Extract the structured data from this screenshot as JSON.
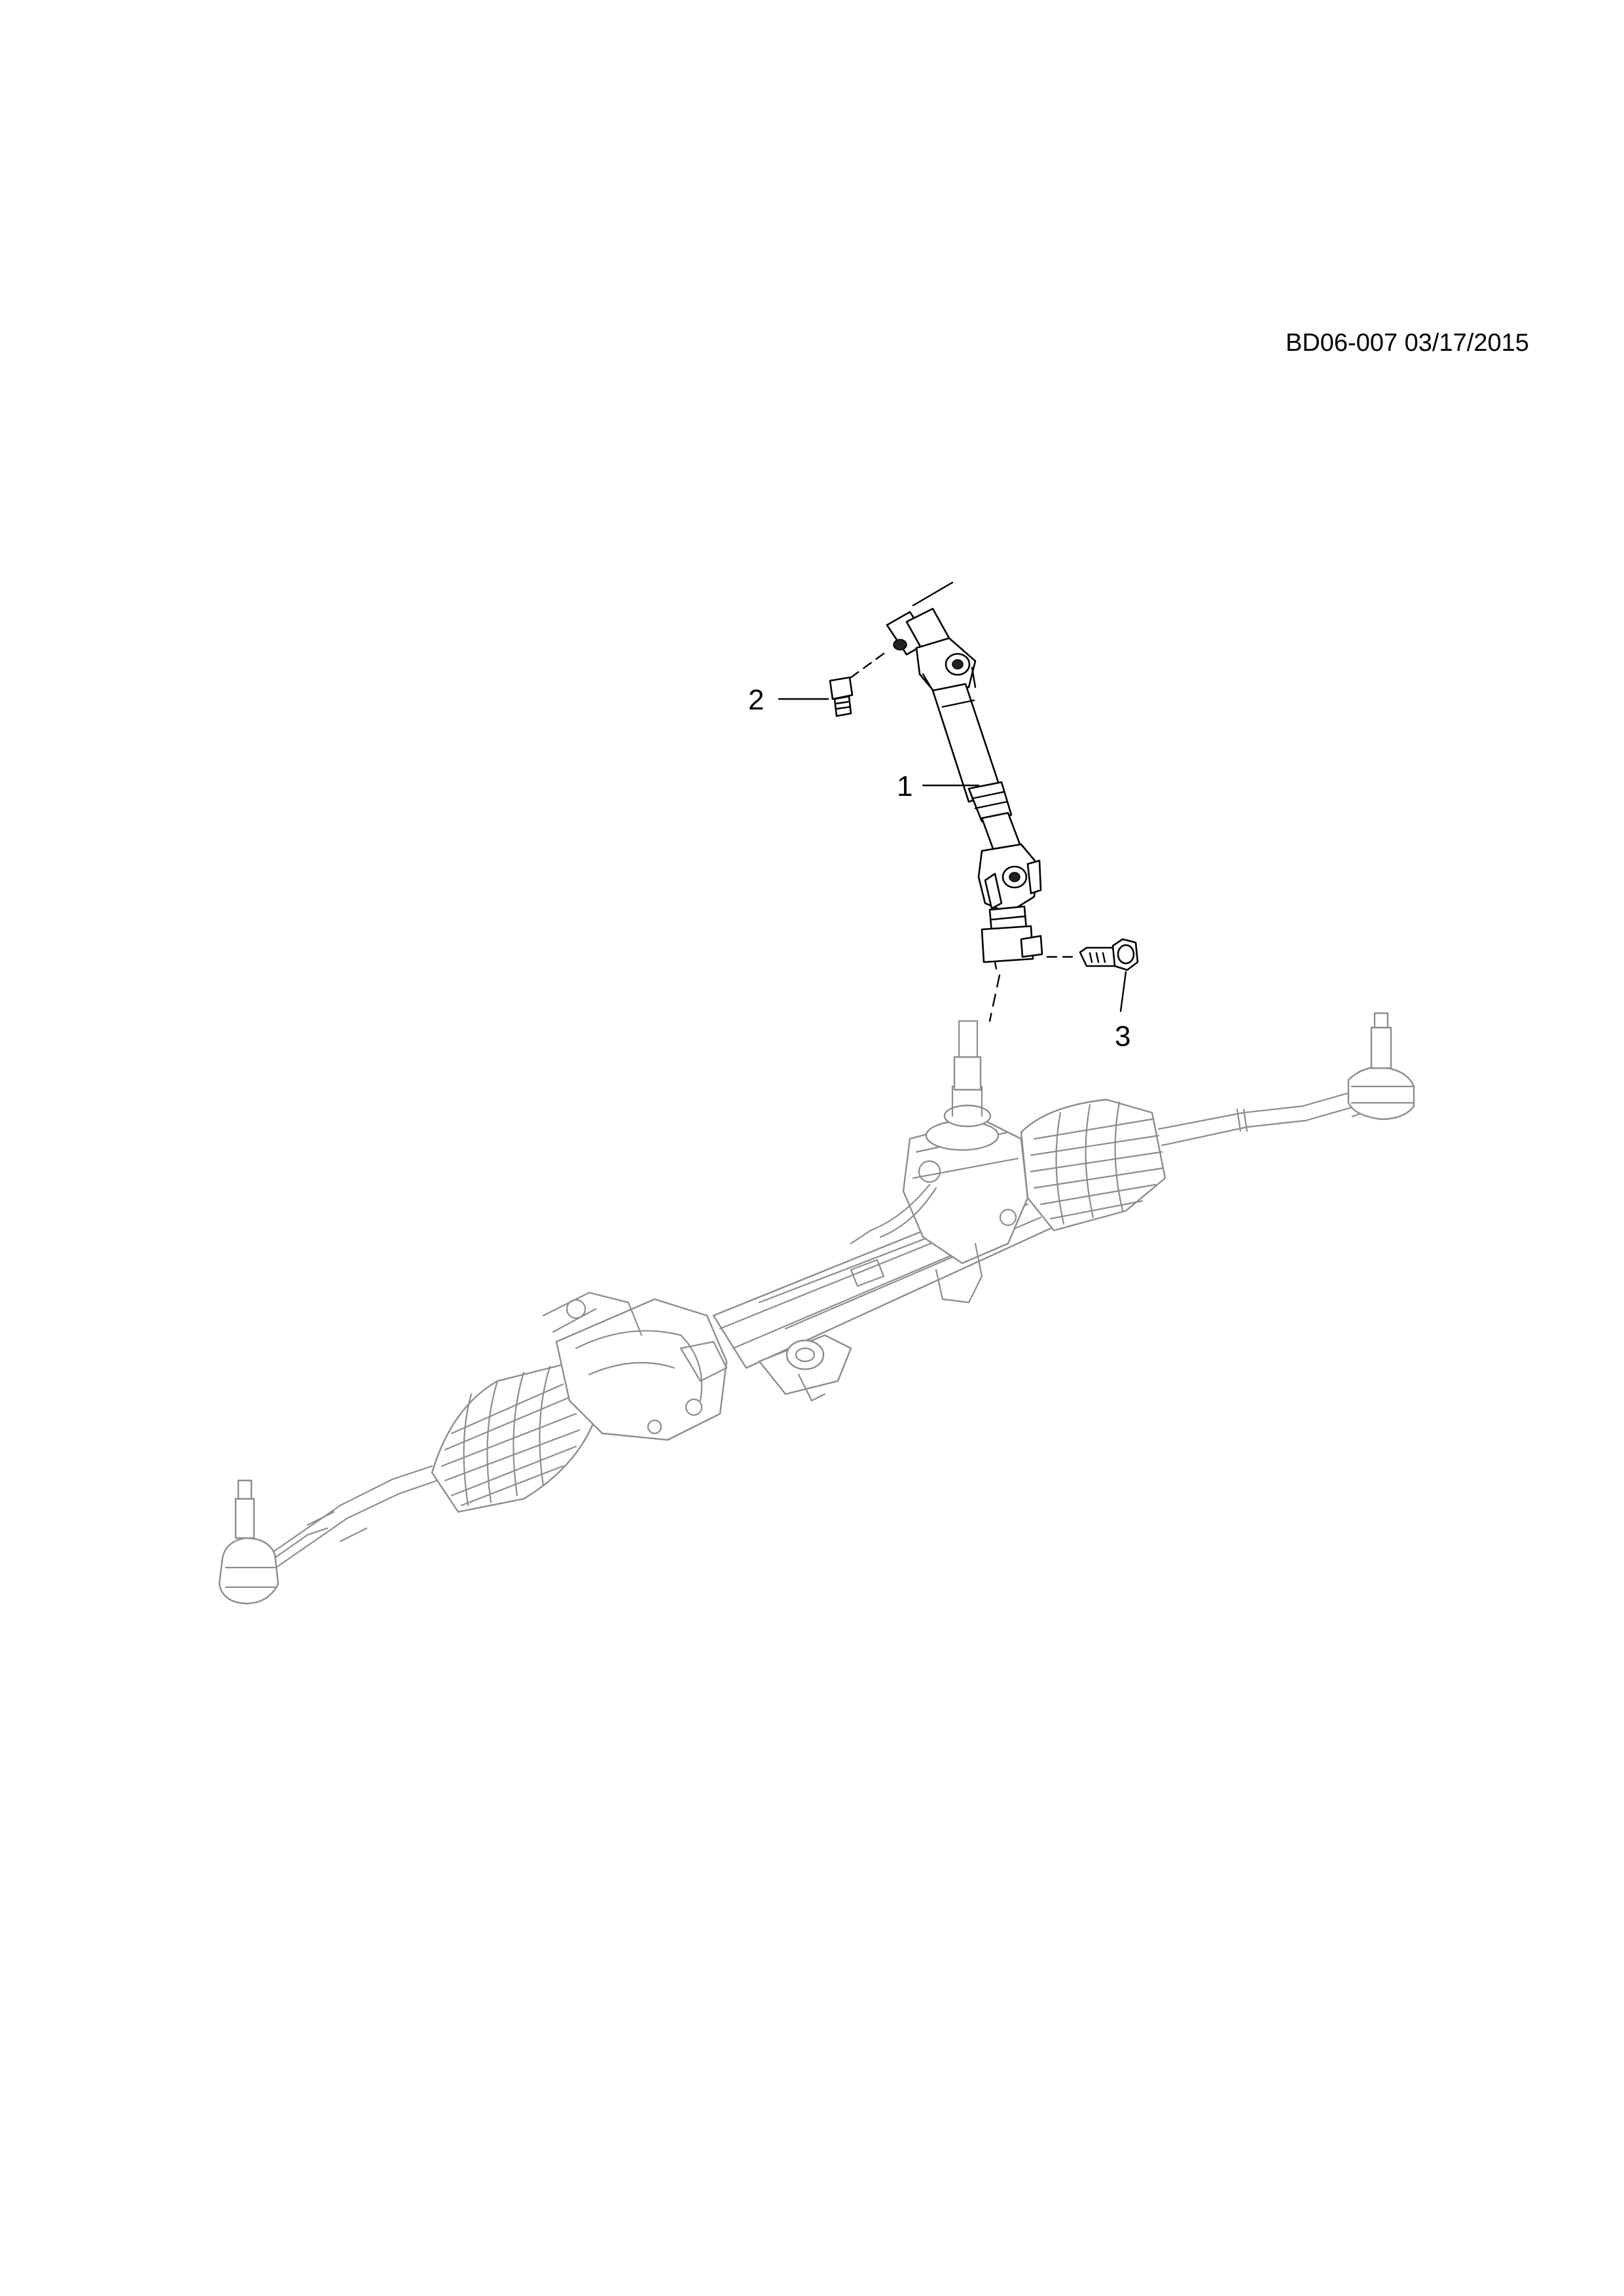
{
  "reference": "BD06-007 03/17/2015",
  "callouts": {
    "part1": "1",
    "part2": "2",
    "part3": "3"
  },
  "colors": {
    "line": "#000000",
    "housing_line": "#8c8c8c",
    "background": "#ffffff"
  }
}
